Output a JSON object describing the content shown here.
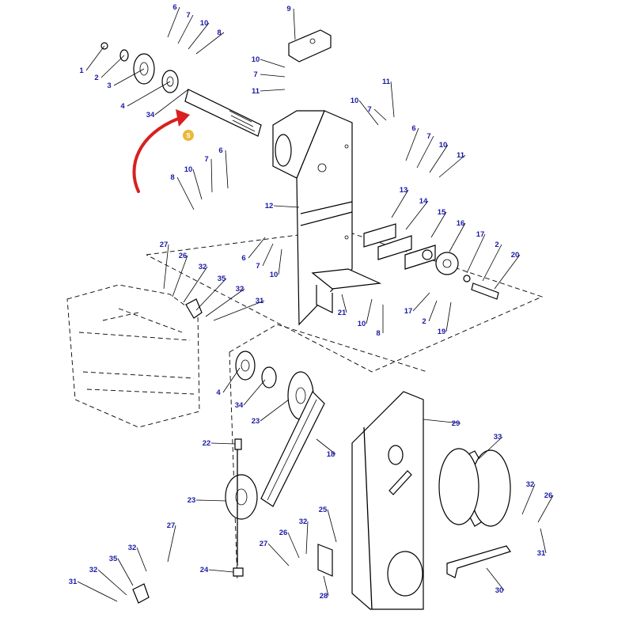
{
  "diagram": {
    "type": "exploded-parts-diagram",
    "callout_color": "#1a1aa6",
    "highlight": {
      "badge_label": "S",
      "badge_color": "#e8b93a",
      "arrow_color": "#d91f1f",
      "arrow_icon": "curved-arrow-icon",
      "target_part": "34"
    },
    "callouts": [
      {
        "n": "1"
      },
      {
        "n": "2"
      },
      {
        "n": "3"
      },
      {
        "n": "4"
      },
      {
        "n": "6"
      },
      {
        "n": "7"
      },
      {
        "n": "10"
      },
      {
        "n": "8"
      },
      {
        "n": "34"
      },
      {
        "n": "9"
      },
      {
        "n": "10"
      },
      {
        "n": "7"
      },
      {
        "n": "11"
      },
      {
        "n": "11"
      },
      {
        "n": "10"
      },
      {
        "n": "7"
      },
      {
        "n": "6"
      },
      {
        "n": "7"
      },
      {
        "n": "10"
      },
      {
        "n": "11"
      },
      {
        "n": "6"
      },
      {
        "n": "7"
      },
      {
        "n": "10"
      },
      {
        "n": "8"
      },
      {
        "n": "12"
      },
      {
        "n": "13"
      },
      {
        "n": "14"
      },
      {
        "n": "15"
      },
      {
        "n": "16"
      },
      {
        "n": "17"
      },
      {
        "n": "2"
      },
      {
        "n": "20"
      },
      {
        "n": "6"
      },
      {
        "n": "7"
      },
      {
        "n": "10"
      },
      {
        "n": "27"
      },
      {
        "n": "26"
      },
      {
        "n": "32"
      },
      {
        "n": "35"
      },
      {
        "n": "32"
      },
      {
        "n": "31"
      },
      {
        "n": "21"
      },
      {
        "n": "10"
      },
      {
        "n": "8"
      },
      {
        "n": "17"
      },
      {
        "n": "2"
      },
      {
        "n": "19"
      },
      {
        "n": "4"
      },
      {
        "n": "34"
      },
      {
        "n": "23"
      },
      {
        "n": "29"
      },
      {
        "n": "22"
      },
      {
        "n": "18"
      },
      {
        "n": "33"
      },
      {
        "n": "23"
      },
      {
        "n": "32"
      },
      {
        "n": "26"
      },
      {
        "n": "31"
      },
      {
        "n": "27"
      },
      {
        "n": "25"
      },
      {
        "n": "32"
      },
      {
        "n": "26"
      },
      {
        "n": "32"
      },
      {
        "n": "35"
      },
      {
        "n": "27"
      },
      {
        "n": "24"
      },
      {
        "n": "28"
      },
      {
        "n": "31"
      },
      {
        "n": "32"
      },
      {
        "n": "30"
      }
    ]
  }
}
